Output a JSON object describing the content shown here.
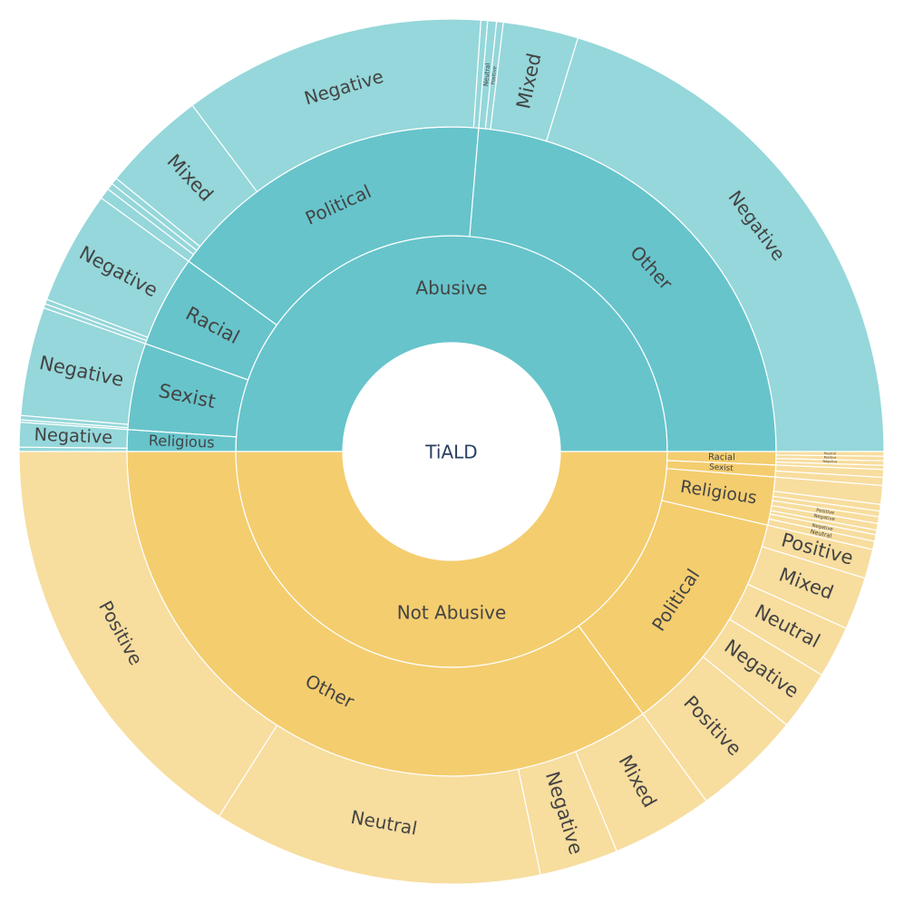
{
  "chart_data": {
    "type": "sunburst",
    "root": "TiALD",
    "colors": {
      "abusive_inner": "#67c4cb",
      "abusive_middle": "#67c4cb",
      "abusive_outer": "#95d7da",
      "notabusive_inner": "#f4cd6f",
      "notabusive_middle": "#f4cd6f",
      "notabusive_outer": "#f7dd9e",
      "text": "#444444",
      "center_text": "#2a3f5f"
    },
    "children": [
      {
        "name": "Abusive",
        "value": 0.5,
        "children": [
          {
            "name": "Other",
            "value": 0.2367,
            "children": [
              {
                "name": "Negative",
                "value": 0.2028
              },
              {
                "name": "Mixed",
                "value": 0.0281
              },
              {
                "name": "Positive",
                "value": 0.0025
              },
              {
                "name": "Neutral",
                "value": 0.0033
              }
            ]
          },
          {
            "name": "Political",
            "value": 0.1636,
            "children": [
              {
                "name": "",
                "value": 0.0025
              },
              {
                "name": "Negative",
                "value": 0.1131
              },
              {
                "name": "Mixed",
                "value": 0.0389
              },
              {
                "name": "",
                "value": 0.0025
              },
              {
                "name": "",
                "value": 0.0025
              },
              {
                "name": "",
                "value": 0.0041
              }
            ]
          },
          {
            "name": "Racial",
            "value": 0.0458,
            "children": [
              {
                "name": "Negative",
                "value": 0.0425
              },
              {
                "name": "",
                "value": 0.0017
              },
              {
                "name": "",
                "value": 0.0016
              }
            ]
          },
          {
            "name": "Sexist",
            "value": 0.0431,
            "children": [
              {
                "name": "Negative",
                "value": 0.0406
              },
              {
                "name": "",
                "value": 0.0016
              },
              {
                "name": "",
                "value": 0.0009
              }
            ]
          },
          {
            "name": "Religious",
            "value": 0.0108,
            "children": [
              {
                "name": "Negative",
                "value": 0.0092
              },
              {
                "name": "",
                "value": 0.0016
              }
            ]
          }
        ]
      },
      {
        "name": "Not Abusive",
        "value": 0.5,
        "children": [
          {
            "name": "Other",
            "value": 0.3503,
            "children": [
              {
                "name": "Positive",
                "value": 0.1597
              },
              {
                "name": "Neutral",
                "value": 0.1233
              },
              {
                "name": "Negative",
                "value": 0.0294
              },
              {
                "name": "Mixed",
                "value": 0.0379
              }
            ]
          },
          {
            "name": "Political",
            "value": 0.1133,
            "children": [
              {
                "name": "Positive",
                "value": 0.0408
              },
              {
                "name": "Negative",
                "value": 0.0225
              },
              {
                "name": "Neutral",
                "value": 0.0194
              },
              {
                "name": "Mixed",
                "value": 0.0197
              },
              {
                "name": "Positive",
                "value": 0.0109
              }
            ]
          },
          {
            "name": "Religious",
            "value": 0.0239,
            "children": [
              {
                "name": "Neutral",
                "value": 0.0031
              },
              {
                "name": "Negative",
                "value": 0.0025
              },
              {
                "name": "",
                "value": 0.0017
              },
              {
                "name": "Negative",
                "value": 0.0025
              },
              {
                "name": "Positive",
                "value": 0.0025
              },
              {
                "name": "",
                "value": 0.0021
              },
              {
                "name": "",
                "value": 0.0025
              },
              {
                "name": "",
                "value": 0.007
              }
            ]
          },
          {
            "name": "Sexist",
            "value": 0.0059,
            "children": [
              {
                "name": "",
                "value": 0.003
              },
              {
                "name": "",
                "value": 0.0029
              }
            ]
          },
          {
            "name": "Racial",
            "value": 0.0066,
            "children": [
              {
                "name": "",
                "value": 0.0015
              },
              {
                "name": "Negative",
                "value": 0.0017
              },
              {
                "name": "Positive",
                "value": 0.0017
              },
              {
                "name": "Neutral",
                "value": 0.0017
              }
            ]
          }
        ]
      }
    ]
  }
}
